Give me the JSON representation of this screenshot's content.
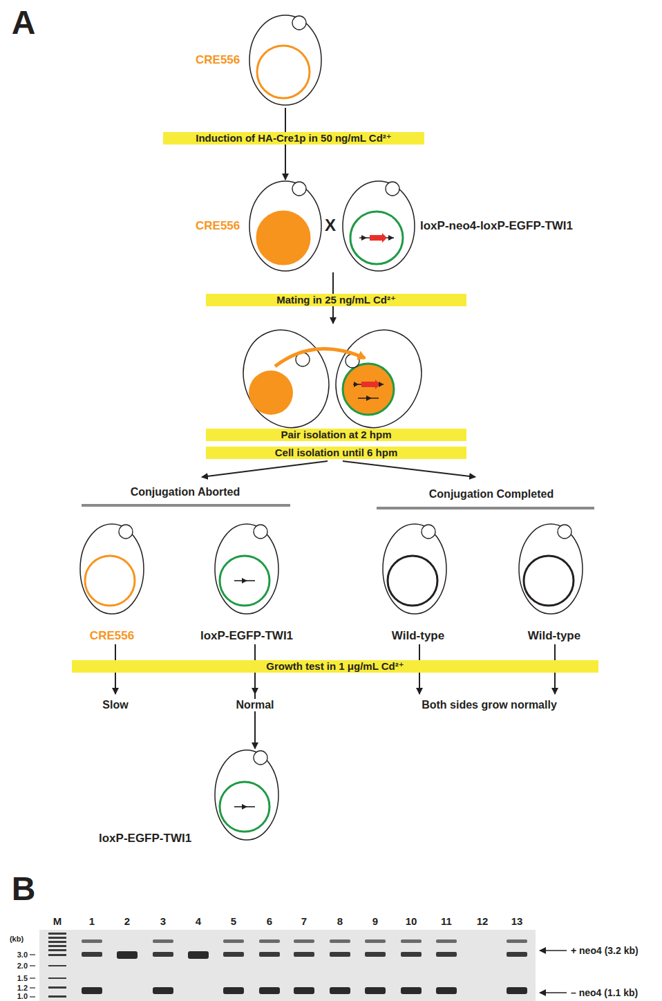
{
  "diagram": {
    "nodes": [
      {
        "text": [
          "CRE556"
        ]
      },
      {
        "text": [
          "Induction of HA-Cre1p in 50 ng/mL Cd²⁺"
        ]
      },
      {
        "text": [
          "CRE556"
        ]
      },
      {
        "text": [
          "loxP-neo4-loxP-EGFP-TWI1"
        ]
      },
      {
        "text": [
          "Mating in 25 ng/mL Cd²⁺"
        ]
      },
      {
        "text": [
          "Pair isolation at 2 hpm"
        ]
      },
      {
        "text": [
          "Cell isolation until 6 hpm"
        ]
      },
      {
        "text": [
          "CRE556"
        ]
      },
      {
        "text": [
          "loxP-EGFP-TWI1"
        ]
      },
      {
        "text": [
          "Wild-type"
        ]
      },
      {
        "text": [
          "Wild-type"
        ]
      },
      {
        "text": [
          "Growth test in 1 μg/mL Cd²⁺"
        ]
      },
      {
        "text": [
          "loxP-EGFP-TWI1"
        ]
      }
    ],
    "edges": [
      {
        "from": 0,
        "to": 1,
        "arrow": "none"
      },
      {
        "from": 1,
        "to": 2,
        "arrow": "to"
      },
      {
        "from": 7,
        "to": 11,
        "arrow": "none"
      },
      {
        "from": 8,
        "to": 11,
        "arrow": "none"
      },
      {
        "from": 9,
        "to": 11,
        "arrow": "none"
      },
      {
        "from": 10,
        "to": 11,
        "arrow": "none"
      },
      {
        "from": 11,
        "to": 12,
        "arrow": "to"
      }
    ],
    "labels": [
      "X",
      "Conjugation Aborted",
      "Conjugation Completed",
      "Slow",
      "Normal",
      "Both sides grow normally",
      "A",
      "B",
      "M",
      "1",
      "2",
      "3",
      "4",
      "5",
      "6",
      "7",
      "8",
      "9",
      "10",
      "11",
      "12",
      "13",
      "(kb)",
      "3.0",
      "2.0",
      "1.5",
      "1.2",
      "1.0",
      "+ neo4 (3.2 kb)",
      "– neo4 (1.1 kb)"
    ]
  }
}
